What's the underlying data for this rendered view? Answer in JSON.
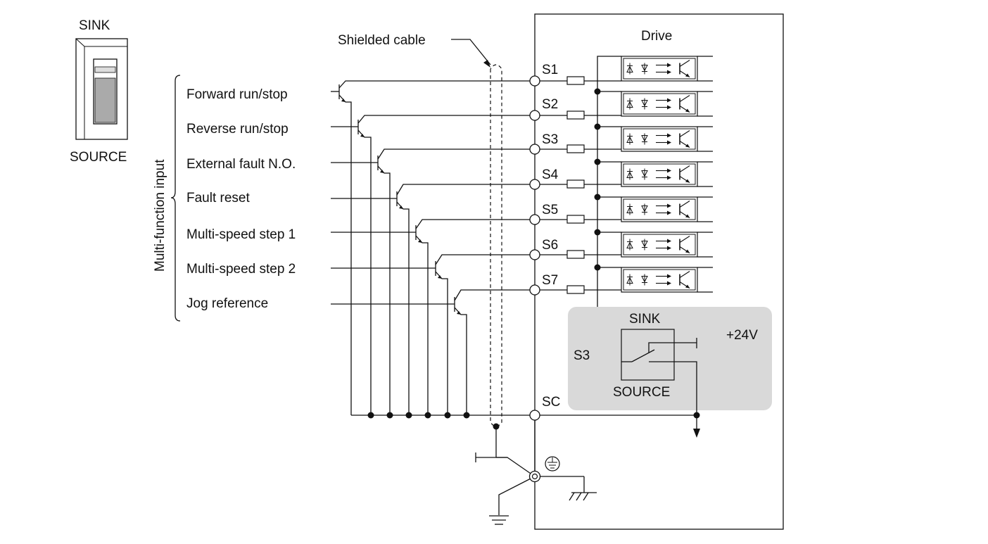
{
  "switch": {
    "top_label": "SINK",
    "bottom_label": "SOURCE"
  },
  "group_label": "Multi-function input",
  "cable_label": "Shielded cable",
  "drive_label": "Drive",
  "inputs": [
    {
      "label": "Forward run/stop",
      "terminal": "S1"
    },
    {
      "label": "Reverse run/stop",
      "terminal": "S2"
    },
    {
      "label": "External fault N.O.",
      "terminal": "S3"
    },
    {
      "label": "Fault reset",
      "terminal": "S4"
    },
    {
      "label": "Multi-speed step 1",
      "terminal": "S5"
    },
    {
      "label": "Multi-speed step 2",
      "terminal": "S6"
    },
    {
      "label": "Jog reference",
      "terminal": "S7"
    }
  ],
  "common_terminal": "SC",
  "selector": {
    "sink_label": "SINK",
    "source_label": "SOURCE",
    "terminal_label": "S3",
    "voltage_label": "+24V"
  },
  "icons": [
    "sink-source-switch-icon",
    "transistor-icon",
    "photocoupler-icon",
    "resistor-icon",
    "ground-icon",
    "protective-earth-icon",
    "frame-ground-icon",
    "arrow-down-icon"
  ],
  "colors": {
    "selector_panel": "#d9d9d9",
    "line": "#111111",
    "switch_slider": "#aaaaaa"
  }
}
